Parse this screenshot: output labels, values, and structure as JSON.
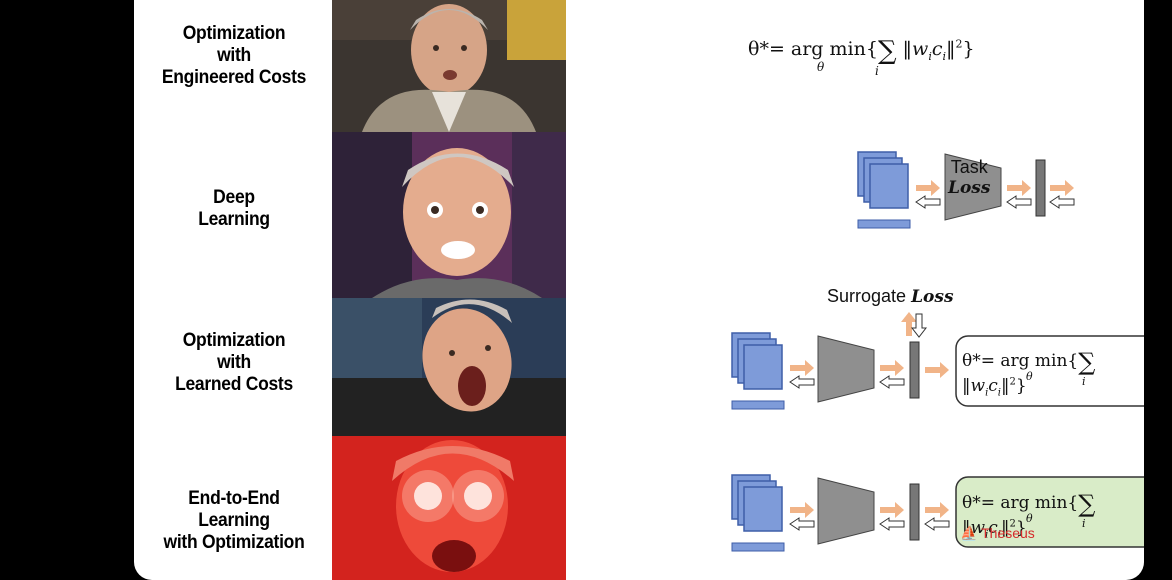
{
  "rows": [
    {
      "label_lines": [
        "Optimization",
        "with",
        "Engineered Costs"
      ]
    },
    {
      "label_lines": [
        "Deep",
        "Learning"
      ]
    },
    {
      "label_lines": [
        "Optimization",
        "with",
        "Learned Costs"
      ]
    },
    {
      "label_lines": [
        "End-to-End",
        "Learning",
        "with Optimization"
      ]
    }
  ],
  "formula": {
    "lhs": "θ*= arg min{",
    "sub": "θ",
    "sum": "∑",
    "sum_sub": "i",
    "body": "‖w",
    "wi": "i",
    "c": "c",
    "ci": "i",
    "close": "‖",
    "sq": "2",
    "end": "}"
  },
  "task_label": "Task",
  "loss_label": "Loss",
  "surrogate_label": "Surrogate",
  "theseus_label": "Theseus",
  "colors": {
    "stack_blue": "#7e9bd9",
    "funnel_gray": "#8f8f8f",
    "arrow_orange": "#f1b488",
    "theseus_green": "#d9ecc8",
    "theseus_red": "#d62b2b"
  }
}
